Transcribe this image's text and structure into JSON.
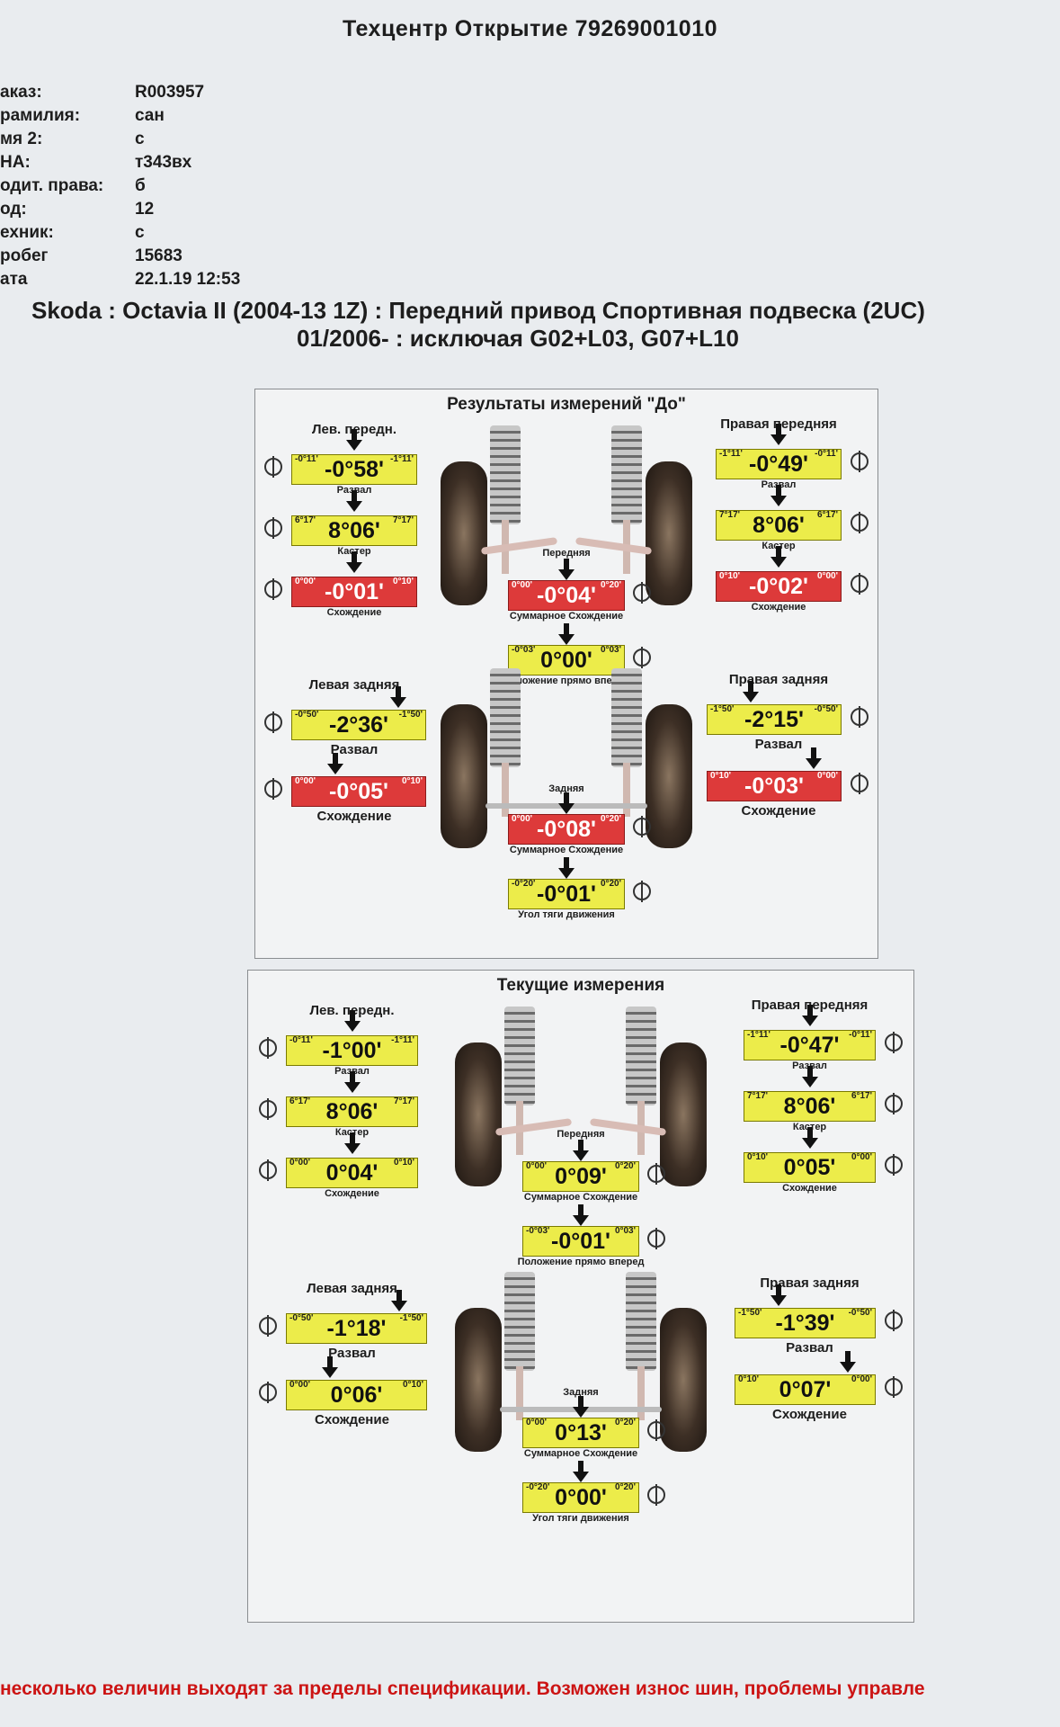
{
  "header": {
    "title": "Техцентр Открытие  79269001010"
  },
  "info": [
    {
      "label": "аказ:",
      "value": "R003957"
    },
    {
      "label": "рамилия:",
      "value": "сан"
    },
    {
      "label": "мя 2:",
      "value": "с"
    },
    {
      "label": "НА:",
      "value": "т343вх"
    },
    {
      "label": "одит. права:",
      "value": "б"
    },
    {
      "label": "од:",
      "value": "12"
    },
    {
      "label": "ехник:",
      "value": "с"
    },
    {
      "label": "робег",
      "value": "15683"
    },
    {
      "label": "ата",
      "value": "22.1.19 12:53"
    }
  ],
  "vehicle": {
    "line1": "Skoda : Octavia II (2004-13 1Z) : Передний привод Спортивная подвеска (2UC)",
    "line2": "01/2006- : исключая G02+L03, G07+L10"
  },
  "before": {
    "title": "Результаты измерений \"До\"",
    "front_left_title": "Лев. передн.",
    "front_right_title": "Правая передняя",
    "fl_camber": {
      "value": "-0°58'",
      "min": "-0°11'",
      "max": "-1°11'",
      "label": "Развал"
    },
    "fl_caster": {
      "value": "8°06'",
      "min": "6°17'",
      "max": "7°17'",
      "label": "Кастер"
    },
    "fl_toe": {
      "value": "-0°01'",
      "min": "0°00'",
      "max": "0°10'",
      "label": "Схождение"
    },
    "fr_camber": {
      "value": "-0°49'",
      "min": "-1°11'",
      "max": "-0°11'",
      "label": "Развал"
    },
    "fr_caster": {
      "value": "8°06'",
      "min": "7°17'",
      "max": "6°17'",
      "label": "Кастер"
    },
    "fr_toe": {
      "value": "-0°02'",
      "min": "0°10'",
      "max": "0°00'",
      "label": "Схождение"
    },
    "front_title": "Передняя",
    "front_total_toe": {
      "value": "-0°04'",
      "min": "0°00'",
      "max": "0°20'",
      "label": "Суммарное Схождение"
    },
    "straight_ahead": {
      "value": "0°00'",
      "min": "-0°03'",
      "max": "0°03'",
      "label": "Положение прямо вперед"
    },
    "rear_left_title": "Левая задняя",
    "rear_right_title": "Правая задняя",
    "rl_camber": {
      "value": "-2°36'",
      "min": "-0°50'",
      "max": "-1°50'",
      "label": "Развал"
    },
    "rl_toe": {
      "value": "-0°05'",
      "min": "0°00'",
      "max": "0°10'",
      "label": "Схождение"
    },
    "rr_camber": {
      "value": "-2°15'",
      "min": "-1°50'",
      "max": "-0°50'",
      "label": "Развал"
    },
    "rr_toe": {
      "value": "-0°03'",
      "min": "0°10'",
      "max": "0°00'",
      "label": "Схождение"
    },
    "rear_title": "Задняя",
    "rear_total_toe": {
      "value": "-0°08'",
      "min": "0°00'",
      "max": "0°20'",
      "label": "Суммарное Схождение"
    },
    "thrust_angle": {
      "value": "-0°01'",
      "min": "-0°20'",
      "max": "0°20'",
      "label": "Угол тяги движения"
    }
  },
  "current": {
    "title": "Текущие измерения",
    "front_left_title": "Лев. передн.",
    "front_right_title": "Правая передняя",
    "fl_camber": {
      "value": "-1°00'",
      "min": "-0°11'",
      "max": "-1°11'",
      "label": "Развал"
    },
    "fl_caster": {
      "value": "8°06'",
      "min": "6°17'",
      "max": "7°17'",
      "label": "Кастер"
    },
    "fl_toe": {
      "value": "0°04'",
      "min": "0°00'",
      "max": "0°10'",
      "label": "Схождение"
    },
    "fr_camber": {
      "value": "-0°47'",
      "min": "-1°11'",
      "max": "-0°11'",
      "label": "Развал"
    },
    "fr_caster": {
      "value": "8°06'",
      "min": "7°17'",
      "max": "6°17'",
      "label": "Кастер"
    },
    "fr_toe": {
      "value": "0°05'",
      "min": "0°10'",
      "max": "0°00'",
      "label": "Схождение"
    },
    "front_title": "Передняя",
    "front_total_toe": {
      "value": "0°09'",
      "min": "0°00'",
      "max": "0°20'",
      "label": "Суммарное Схождение"
    },
    "straight_ahead": {
      "value": "-0°01'",
      "min": "-0°03'",
      "max": "0°03'",
      "label": "Положение прямо вперед"
    },
    "rear_left_title": "Левая задняя",
    "rear_right_title": "Правая задняя",
    "rl_camber": {
      "value": "-1°18'",
      "min": "-0°50'",
      "max": "-1°50'",
      "label": "Развал"
    },
    "rl_toe": {
      "value": "0°06'",
      "min": "0°00'",
      "max": "0°10'",
      "label": "Схождение"
    },
    "rr_camber": {
      "value": "-1°39'",
      "min": "-1°50'",
      "max": "-0°50'",
      "label": "Развал"
    },
    "rr_toe": {
      "value": "0°07'",
      "min": "0°10'",
      "max": "0°00'",
      "label": "Схождение"
    },
    "rear_title": "Задняя",
    "rear_total_toe": {
      "value": "0°13'",
      "min": "0°00'",
      "max": "0°20'",
      "label": "Суммарное Схождение"
    },
    "thrust_angle": {
      "value": "0°00'",
      "min": "-0°20'",
      "max": "0°20'",
      "label": "Угол тяги движения"
    }
  },
  "footer": {
    "text": "несколько величин выходят за пределы спецификации. Возможен износ шин, проблемы управле"
  },
  "colors": {
    "in_spec": "#ecec4a",
    "out_of_spec": "#dd3a3a"
  }
}
